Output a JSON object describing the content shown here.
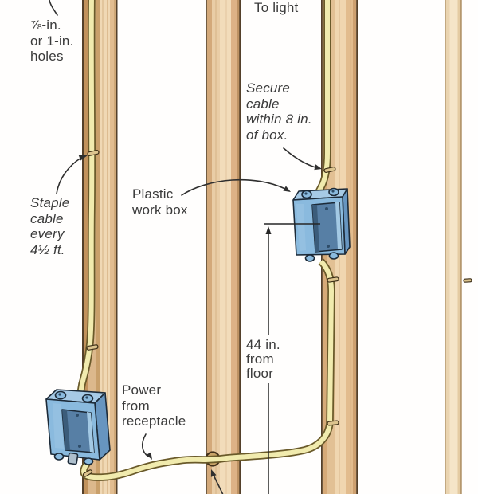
{
  "labels": {
    "holes": "⅞-in.\nor 1-in.\nholes",
    "to_light": "To light",
    "secure_cable": "Secure\ncable\nwithin 8 in.\nof box.",
    "staple_cable": "Staple\ncable\nevery\n4½ ft.",
    "plastic_work_box": "Plastic\nwork box",
    "height_dimension": "44 in.\nfrom\nfloor",
    "power_source": "Power\nfrom\nreceptacle"
  },
  "palette": {
    "background": "#fffefd",
    "wood_light": "#f1d9b6",
    "wood_mid": "#e6c49c",
    "wood_dark": "#cda274",
    "wood_outline": "#4e3b26",
    "cable_fill": "#f1ebae",
    "cable_outline": "#6a5a2a",
    "box_front": "#8abade",
    "box_top": "#a6cae6",
    "box_side": "#6795c0",
    "box_interior": "#577fa5",
    "box_interior_dark": "#3b5c7a",
    "box_interior_light": "#a3c9e4",
    "staple_fill": "#dcc48e",
    "leader_line": "#2f2f2f",
    "text": "#3b3b3b"
  },
  "parts": [
    "wall-stud",
    "nm-cable",
    "plastic-work-box",
    "cable-staple",
    "bored-hole",
    "dimension-line"
  ]
}
